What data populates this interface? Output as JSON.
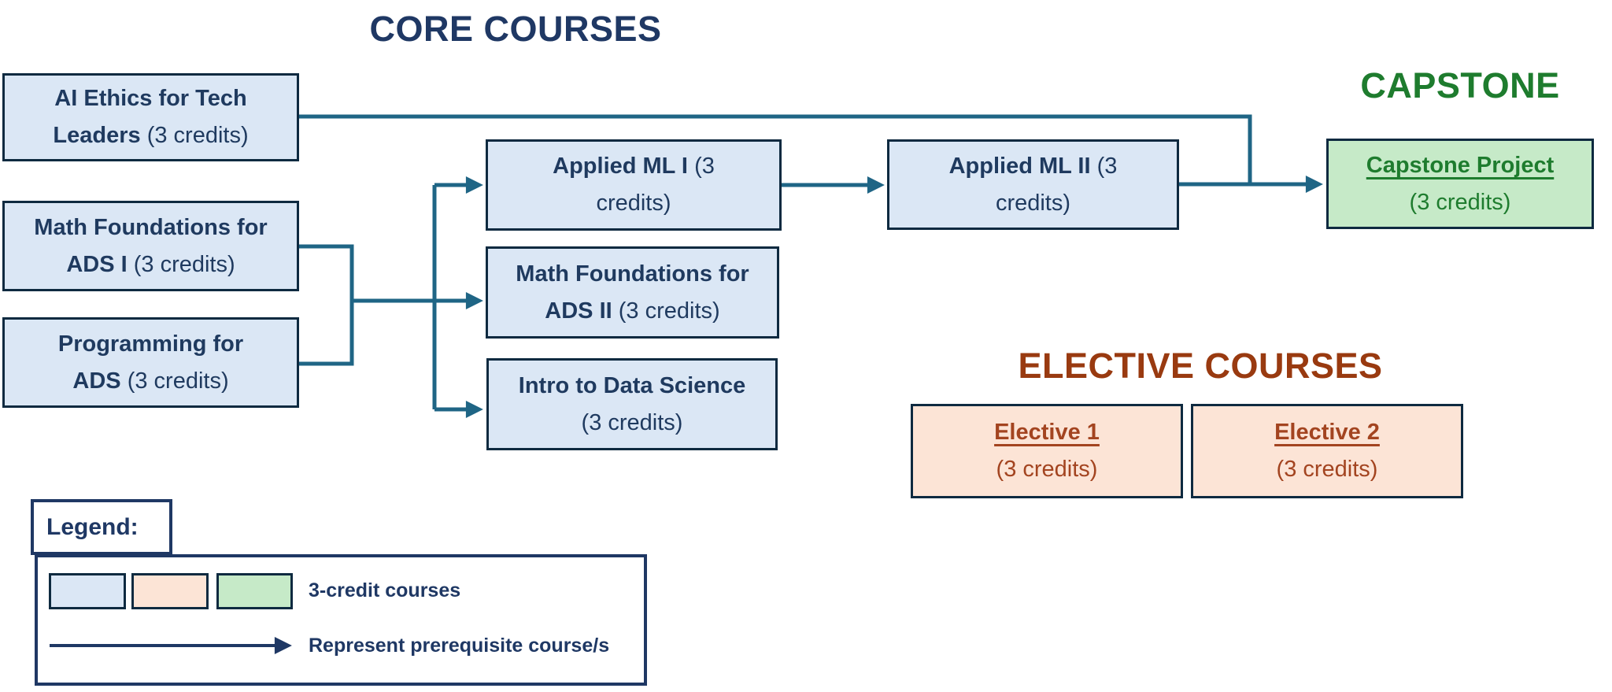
{
  "titles": {
    "core": "CORE COURSES",
    "capstone": "CAPSTONE",
    "electives": "ELECTIVE COURSES"
  },
  "courses": {
    "ai_ethics": {
      "name": "AI Ethics for Tech Leaders",
      "credits": "(3 credits)"
    },
    "math_foundations_1": {
      "name": "Math Foundations for ADS I",
      "credits": "(3 credits)"
    },
    "programming": {
      "name": "Programming for ADS",
      "credits": "(3 credits)"
    },
    "applied_ml_1": {
      "name": "Applied ML I",
      "credits": "(3 credits)"
    },
    "math_foundations_2": {
      "name": "Math Foundations for ADS II",
      "credits": "(3 credits)"
    },
    "intro_data_science": {
      "name": "Intro to Data Science",
      "credits": "(3 credits)"
    },
    "applied_ml_2": {
      "name": "Applied ML II",
      "credits": "(3 credits)"
    },
    "capstone_project": {
      "name": "Capstone Project",
      "credits": "(3 credits)"
    },
    "elective_1": {
      "name": "Elective 1",
      "credits": "(3 credits)"
    },
    "elective_2": {
      "name": "Elective 2",
      "credits": "(3 credits)"
    }
  },
  "legend": {
    "title": "Legend:",
    "swatch_label": "3-credit courses",
    "arrow_label": "Represent prerequisite course/s",
    "swatches": [
      {
        "name": "core-course-color",
        "color": "#dbe7f5"
      },
      {
        "name": "elective-course-color",
        "color": "#fce4d6"
      },
      {
        "name": "capstone-color",
        "color": "#c6eac8"
      }
    ]
  },
  "colors": {
    "core_title": "#1f3864",
    "capstone_title": "#1e7c2e",
    "electives_title": "#993a10",
    "connector_arrow": "#1f6585",
    "legend_ink": "#1f3864",
    "box_border": "#0e2a40",
    "course_fill": "#dbe7f5",
    "elective_fill": "#fce4d6",
    "capstone_fill": "#c6eac8",
    "course_text": "#1f3a5f",
    "elective_text": "#a34420",
    "capstone_text": "#1e7c2e"
  }
}
